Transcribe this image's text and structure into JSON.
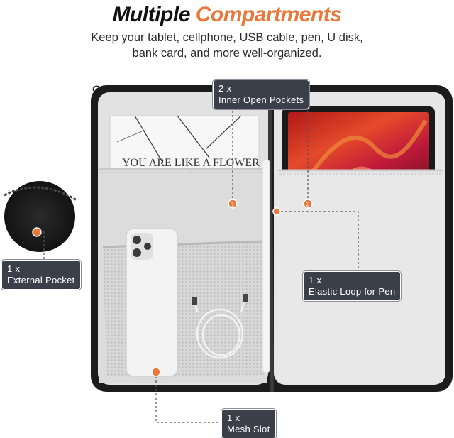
{
  "header": {
    "title_part1": "Multiple",
    "title_part2": "Compartments",
    "subtitle": "Keep your tablet, cellphone, USB cable, pen, U disk, bank card, and more well-organized."
  },
  "paper": {
    "text": "YOU ARE LIKE A FLOWER"
  },
  "callouts": {
    "inner_pockets": {
      "line1": "2 x",
      "line2": "Inner Open Pockets"
    },
    "external_pocket": {
      "line1": "1 x",
      "line2": "External Pocket"
    },
    "elastic_loop": {
      "line1": "1 x",
      "line2": "Elastic Loop for Pen"
    },
    "mesh_slot": {
      "line1": "1 x",
      "line2": "Mesh Slot"
    }
  },
  "markers": {
    "marker_1": "1",
    "marker_2": "2"
  },
  "colors": {
    "accent": "#e8793a",
    "label_bg": "#3a3f4a",
    "case_shell": "#1c1c1c",
    "lining": "#e4e4e4"
  }
}
